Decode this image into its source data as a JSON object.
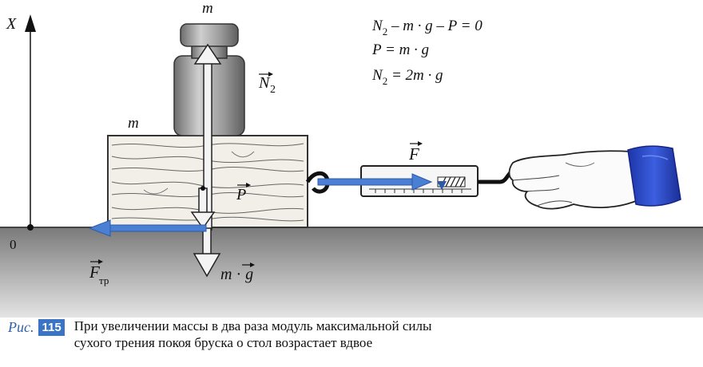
{
  "axis": {
    "x_label": "X",
    "origin_label": "0"
  },
  "labels": {
    "weight_mass": "m",
    "block_mass": "m",
    "normal_force": "N",
    "normal_force_sub": "2",
    "weight_force": "P",
    "pull_force": "F",
    "friction_force": "F",
    "friction_force_sub": "тр",
    "gravity_m": "m",
    "gravity_dot": " · ",
    "gravity_g": "g"
  },
  "equations": [
    {
      "a": "N",
      "sub": "2",
      "b": " – m · g – P = 0"
    },
    {
      "a": "P = m · g",
      "sub": "",
      "b": ""
    },
    {
      "a": "N",
      "sub": "2",
      "b": " = 2m · g"
    }
  ],
  "caption": {
    "label": "Рис.",
    "number": "115",
    "line1": "При увеличении массы в два раза модуль максимальной силы",
    "line2": "сухого трения покоя бруска о стол возрастает вдвое"
  },
  "colors": {
    "arrow_blue": "#4a7fd4",
    "table": "#8d8d8d",
    "cuff": "#2f4fd1",
    "caption_accent": "#3b74c4"
  }
}
